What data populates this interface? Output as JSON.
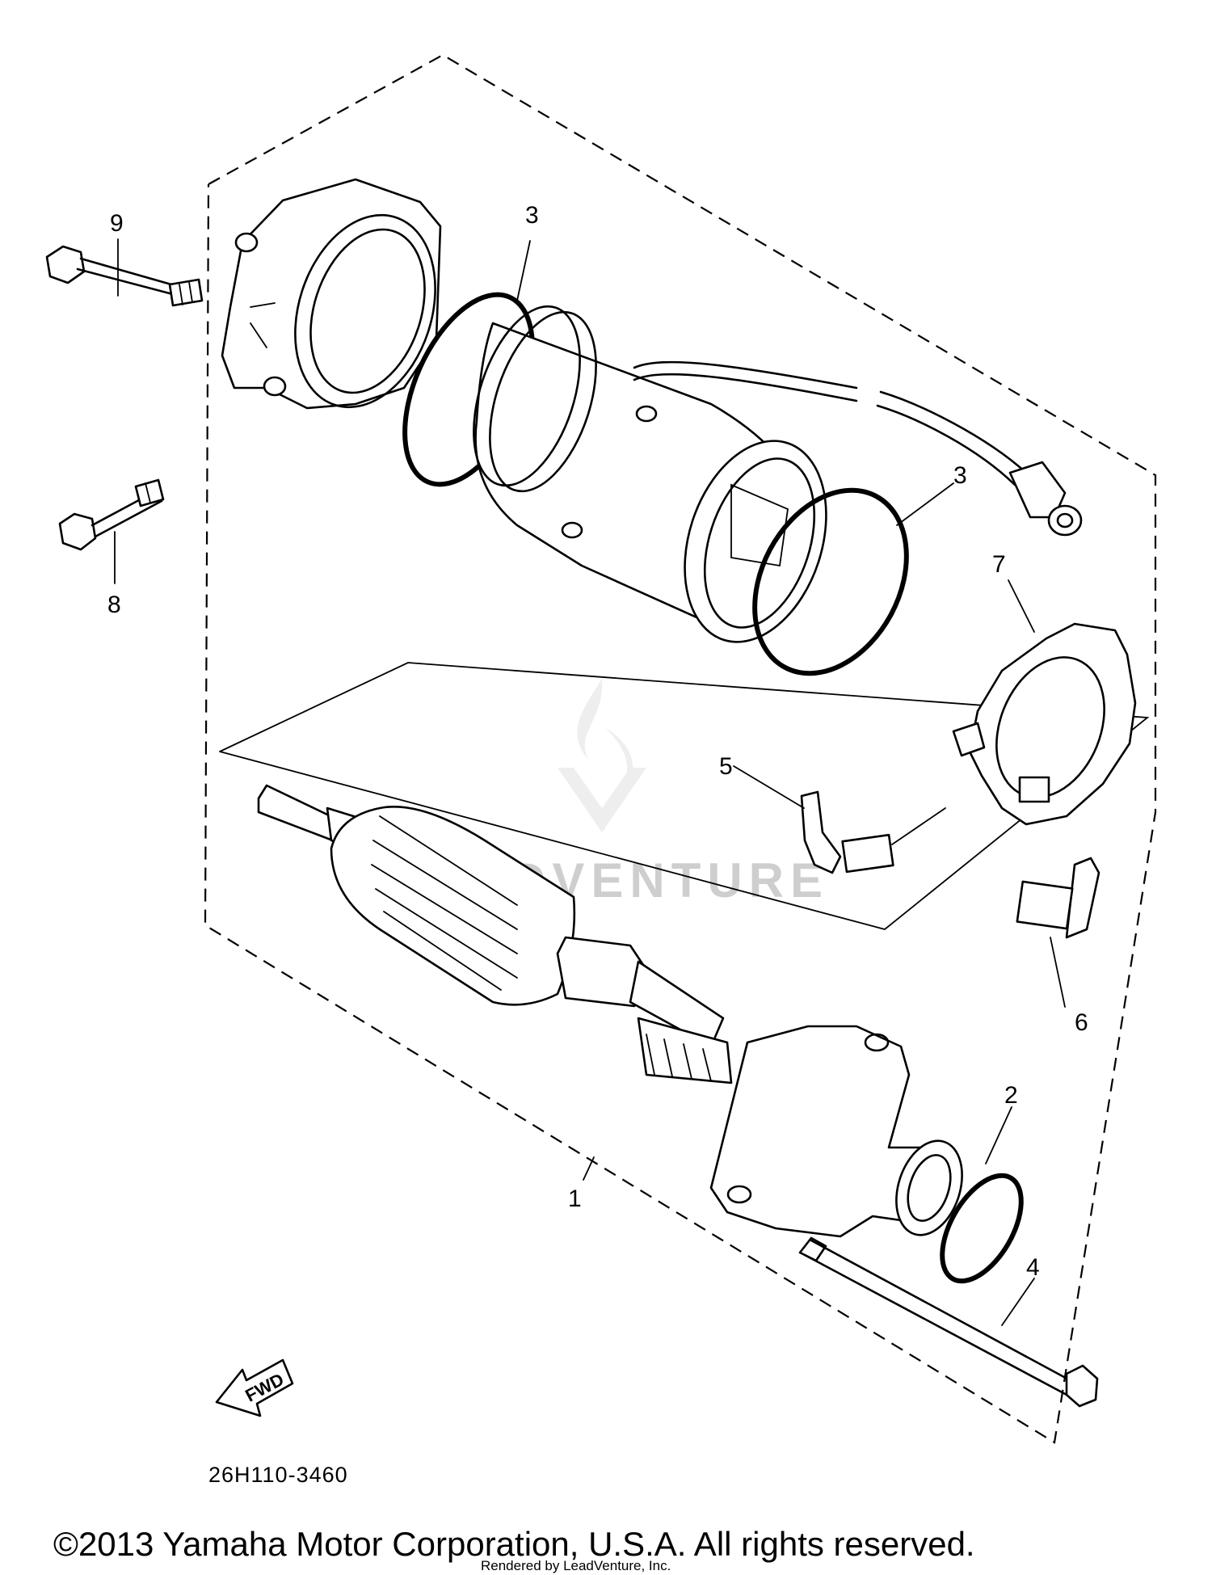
{
  "callouts": {
    "c1": "1",
    "c2": "2",
    "c3a": "3",
    "c3b": "3",
    "c4": "4",
    "c5": "5",
    "c6": "6",
    "c7": "7",
    "c8": "8",
    "c9": "9"
  },
  "direction_label": "FWD",
  "part_code": "26H110-3460",
  "copyright": "©2013 Yamaha Motor Corporation, U.S.A. All rights reserved.",
  "rendered_by": "Rendered by LeadVenture, Inc.",
  "watermark": {
    "text": "LEADVENTURE",
    "logo": "leadventure-flame-logo"
  }
}
